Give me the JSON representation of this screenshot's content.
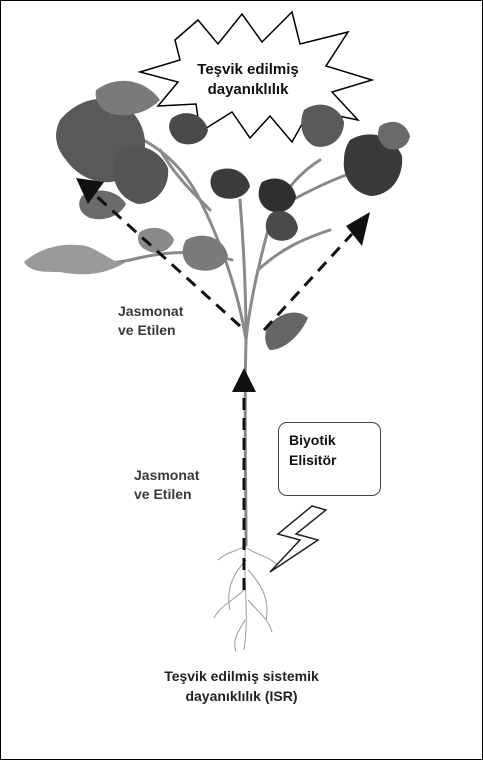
{
  "burst": {
    "line1": "Teşvik edilmiş",
    "line2": "dayanıklılık"
  },
  "label_upper": {
    "line1": "Jasmonat",
    "line2": "ve Etilen"
  },
  "label_lower": {
    "line1": "Jasmonat",
    "line2": "ve Etilen"
  },
  "elicitor": {
    "line1": "Biyotik",
    "line2": "Elisitör"
  },
  "caption": {
    "line1": "Teşvik edilmiş sistemik",
    "line2": "dayanıklılık (ISR)"
  },
  "colors": {
    "arrow": "#111111",
    "leaf_dark": "#4a4a4a",
    "leaf_light": "#9a9a9a",
    "stem": "#8a8a8a"
  }
}
